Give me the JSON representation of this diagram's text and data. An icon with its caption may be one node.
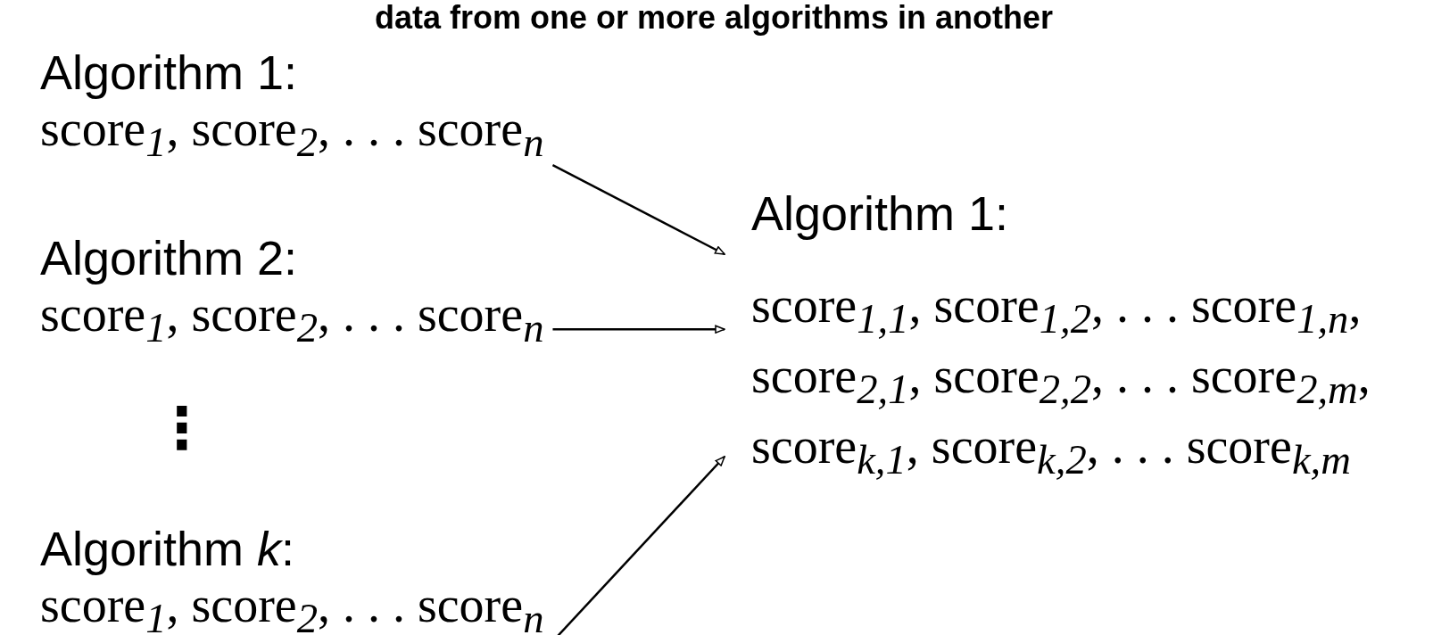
{
  "diagram": {
    "title": "data from one or more algorithms in another",
    "nodes": [
      {
        "text": [
          "Algorithm 1:",
          "score$_{1}$, score$_{2}$, . . . score$_{n}$"
        ]
      },
      {
        "text": [
          "Algorithm 2:",
          "score$_{1}$, score$_{2}$, . . . score$_{n}$"
        ]
      },
      {
        "text": [
          "Algorithm *k*:",
          "score$_{1}$, score$_{2}$, . . . score$_{n}$"
        ]
      },
      {
        "text": [
          "Algorithm 1:",
          "score$_{1,1}$, score$_{1,2}$, . . . score$_{1,n}$,",
          "score$_{2,1}$, score$_{2,2}$, . . . score$_{2,m}$,",
          "score$_{k,1}$, score$_{k,2}$, . . . score$_{k,m}$"
        ]
      }
    ],
    "edges": [
      {
        "from": 0,
        "to": 3,
        "arrow": "to"
      },
      {
        "from": 1,
        "to": 3,
        "arrow": "to"
      },
      {
        "from": 2,
        "to": 3,
        "arrow": "to"
      }
    ],
    "labels": [
      "⋮"
    ]
  }
}
